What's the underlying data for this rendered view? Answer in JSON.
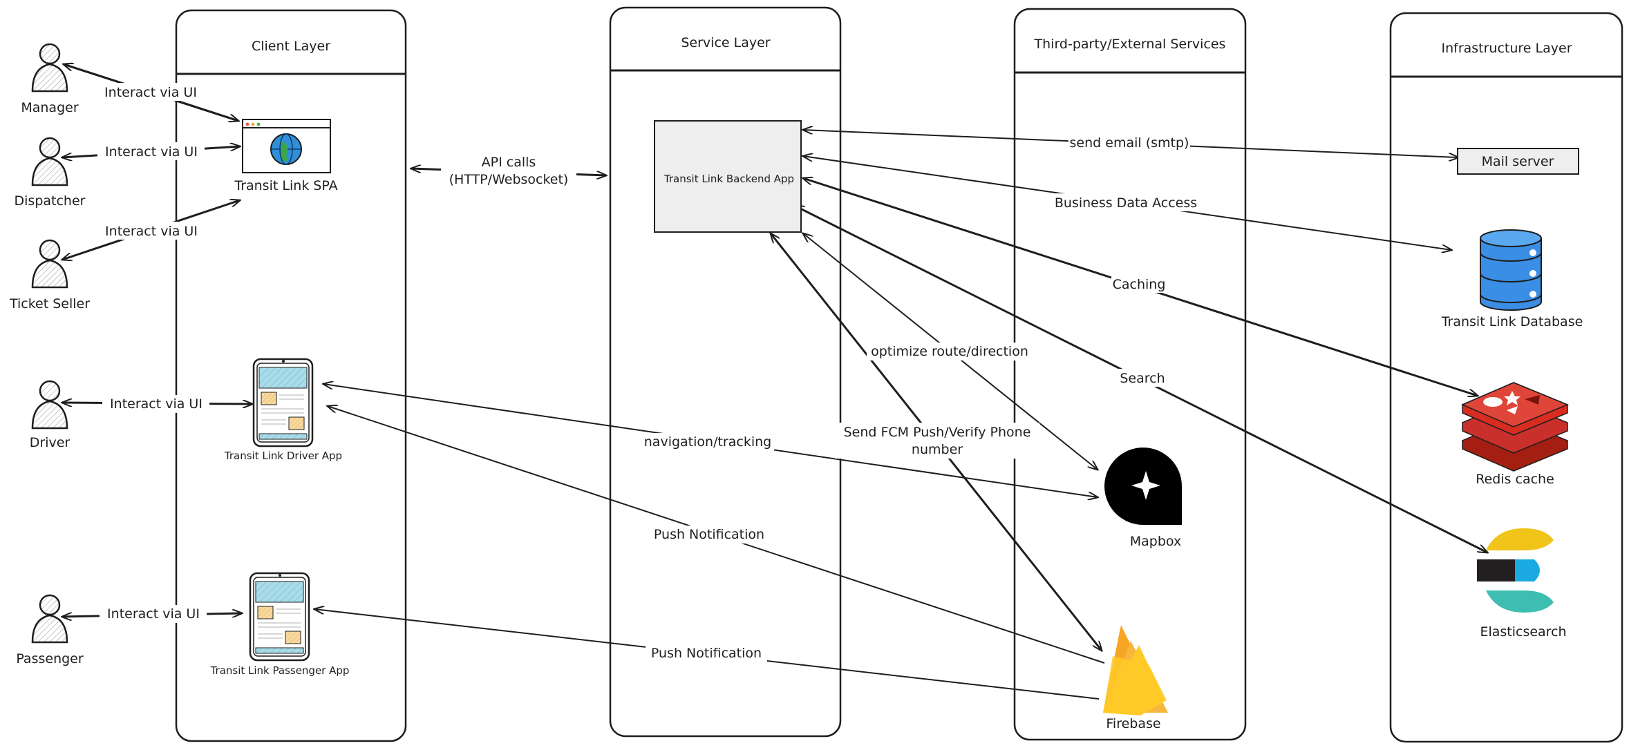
{
  "lanes": {
    "client": "Client Layer",
    "service": "Service Layer",
    "external": "Third-party/External Services",
    "infra": "Infrastructure Layer"
  },
  "actors": {
    "manager": "Manager",
    "dispatcher": "Dispatcher",
    "ticket_seller": "Ticket Seller",
    "driver": "Driver",
    "passenger": "Passenger"
  },
  "nodes": {
    "spa": "Transit Link SPA",
    "driver_app": "Transit Link Driver App",
    "passenger_app": "Transit Link Passenger App",
    "backend": "Transit Link Backend App",
    "mail": "Mail server",
    "db": "Transit Link Database",
    "redis": "Redis cache",
    "elastic": "Elasticsearch",
    "mapbox": "Mapbox",
    "firebase": "Firebase"
  },
  "edges": {
    "interact_manager": "Interact via UI",
    "interact_dispatcher": "Interact via UI",
    "interact_ticket": "Interact via UI",
    "interact_driver": "Interact via UI",
    "interact_passenger": "Interact via UI",
    "api_calls_1": "API calls",
    "api_calls_2": "(HTTP/Websocket)",
    "send_email": "send email (smtp)",
    "business_data": "Business Data Access",
    "caching": "Caching",
    "search": "Search",
    "optimize": "optimize route/direction",
    "fcm_1": "Send FCM Push/Verify Phone",
    "fcm_2": "number",
    "navigation": "navigation/tracking",
    "push_driver": "Push Notification",
    "push_passenger": "Push Notification"
  },
  "colors": {
    "stroke": "#1e1e1e",
    "db_blue": "#3a8ee6",
    "redis_red": "#c9302c",
    "globe_blue": "#2f8fd8",
    "phone_screen": "#a9dce8",
    "phone_card": "#f7d9a0",
    "backend_fill": "#eeeeee",
    "mail_fill": "#eeeeee",
    "elastic_yellow": "#f0c419",
    "elastic_black": "#231f20",
    "elastic_blue": "#1ba9e1",
    "elastic_teal": "#3ebeb0",
    "firebase_yellow": "#ffca28",
    "firebase_orange": "#f6a623"
  }
}
